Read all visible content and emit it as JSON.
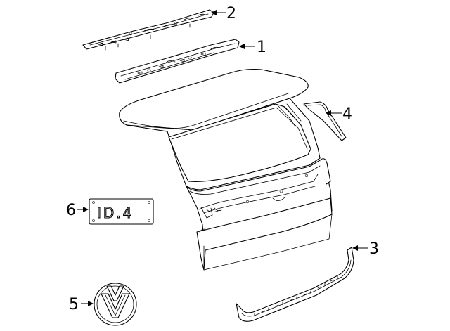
{
  "callouts": [
    {
      "id": "1",
      "label": "1",
      "part": "upper-reinforcement"
    },
    {
      "id": "2",
      "label": "2",
      "part": "upper-bracket"
    },
    {
      "id": "3",
      "label": "3",
      "part": "lower-trim-strip"
    },
    {
      "id": "4",
      "label": "4",
      "part": "side-trim"
    },
    {
      "id": "5",
      "label": "5",
      "part": "vw-emblem"
    },
    {
      "id": "6",
      "label": "6",
      "part": "id4-badge"
    }
  ],
  "badge": {
    "text": "ID.4"
  },
  "colors": {
    "line": "#000000",
    "background": "#ffffff"
  }
}
